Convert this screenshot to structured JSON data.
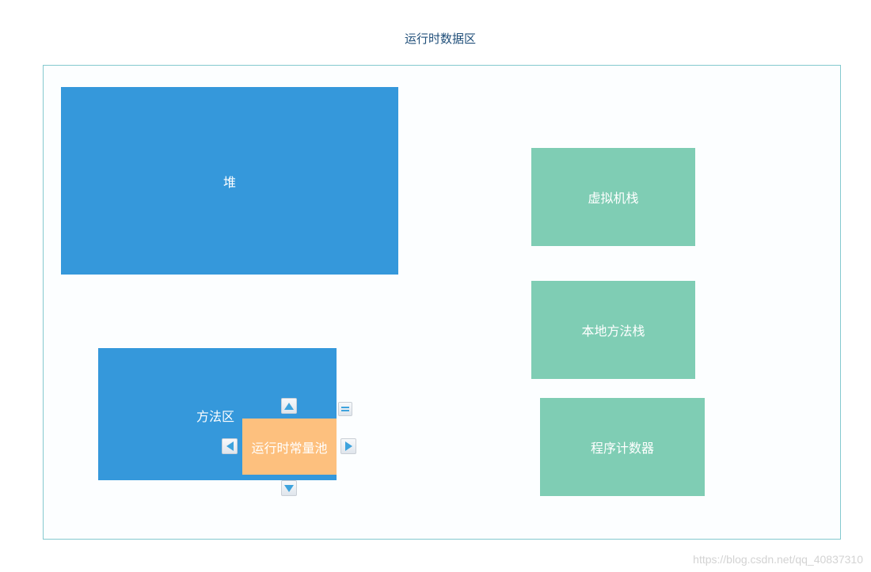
{
  "title": "运行时数据区",
  "heap": {
    "label": "堆"
  },
  "method_area": {
    "label": "方法区"
  },
  "runtime_constant_pool": {
    "label": "运行时常量池"
  },
  "vm_stack": {
    "label": "虚拟机栈"
  },
  "native_method_stack": {
    "label": "本地方法栈"
  },
  "program_counter": {
    "label": "程序计数器"
  },
  "watermark": "https://blog.csdn.net/qq_40837310",
  "colors": {
    "blue": "#3598db",
    "green": "#7fcdb4",
    "orange": "#fdc07e",
    "frame": "#84c9cf",
    "title": "#1f4e79"
  },
  "icons": [
    "arrow-up-icon",
    "arrow-down-icon",
    "arrow-left-icon",
    "arrow-right-icon",
    "menu-icon"
  ]
}
